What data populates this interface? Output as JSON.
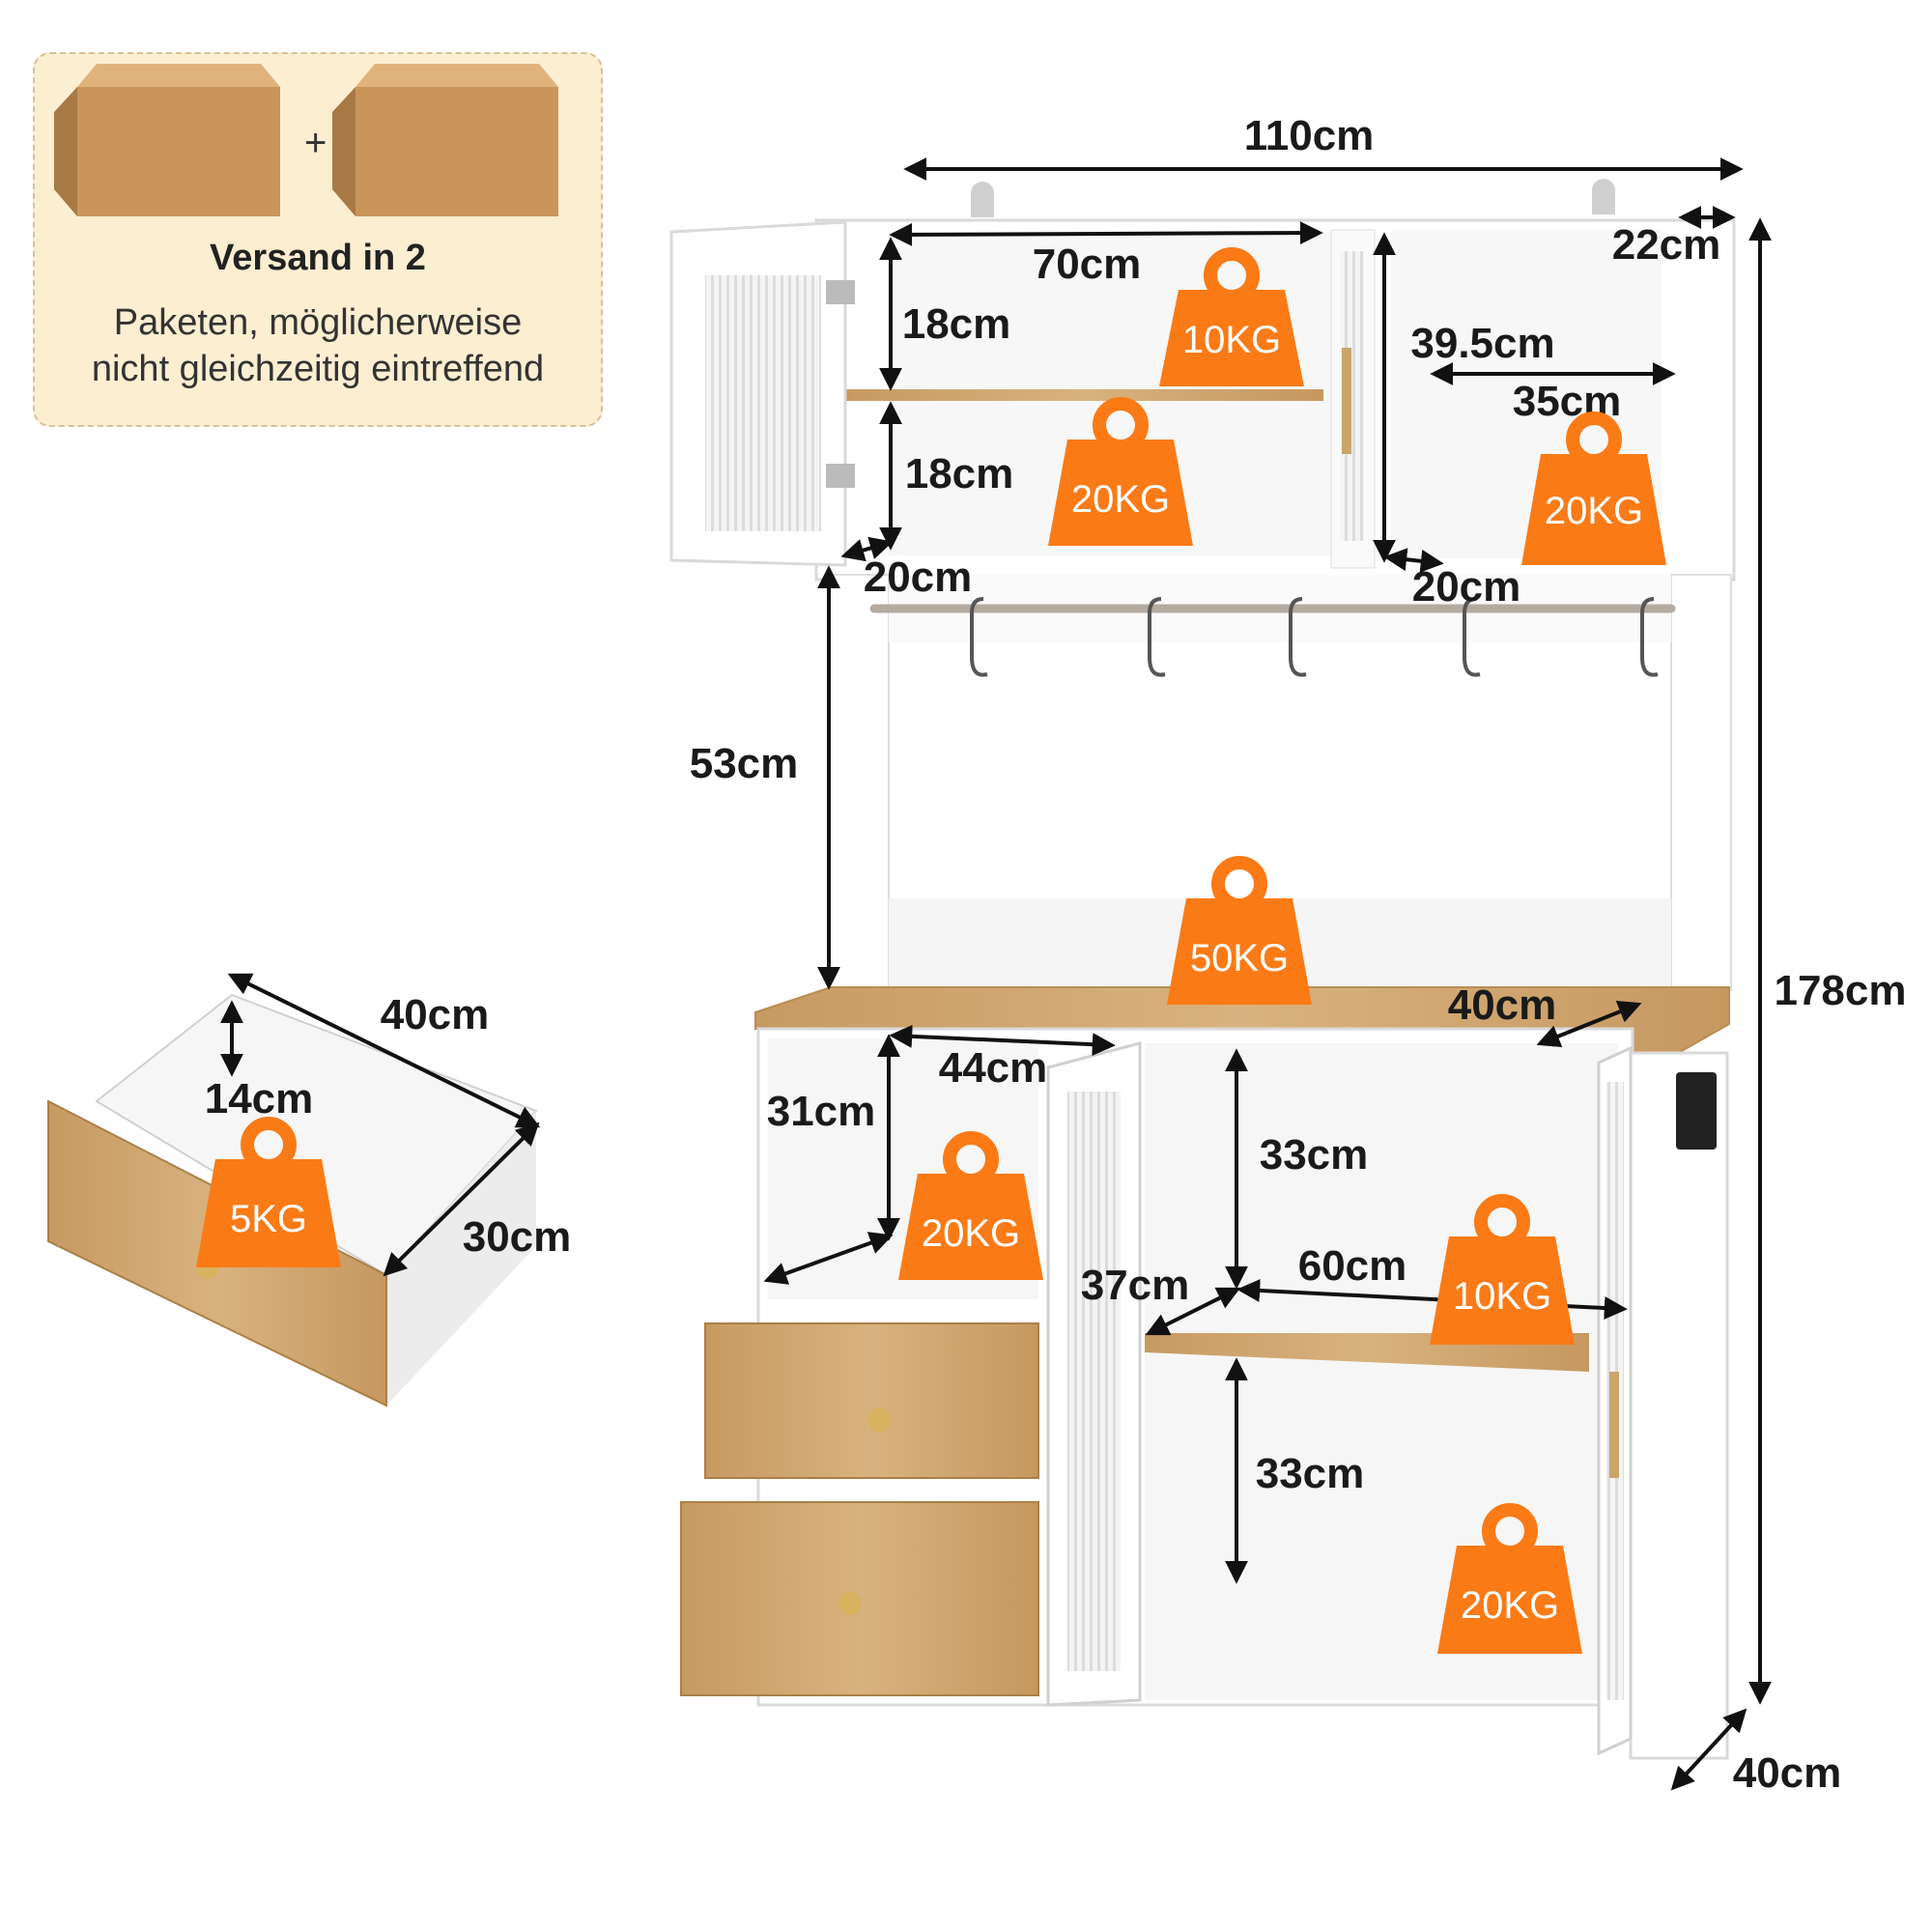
{
  "shipping": {
    "title": "Versand in 2",
    "line1": "Paketen, möglicherweise",
    "line2": "nicht gleichzeitig eintreffend",
    "plus": "+"
  },
  "dimensions": {
    "total_width": "110cm",
    "top_depth": "22cm",
    "total_height": "178cm",
    "base_depth": "40cm",
    "top_left_width": "70cm",
    "top_left_upper_height": "18cm",
    "top_left_lower_height": "18cm",
    "top_left_depth": "20cm",
    "top_right_height": "39.5cm",
    "top_right_width": "35cm",
    "top_right_depth": "20cm",
    "hutch_height": "53cm",
    "counter_depth": "40cm",
    "left_cube_width": "44cm",
    "left_cube_height": "31cm",
    "left_cube_depth": "37cm",
    "right_upper_height": "33cm",
    "right_shelf_width": "60cm",
    "right_lower_height": "33cm",
    "drawer_width": "40cm",
    "drawer_height": "14cm",
    "drawer_depth": "30cm"
  },
  "loads": {
    "top_left_upper": "10KG",
    "top_left_lower": "20KG",
    "top_right": "20KG",
    "counter": "50KG",
    "left_cube": "20KG",
    "right_shelf": "10KG",
    "right_bottom": "20KG",
    "drawer": "5KG"
  },
  "colors": {
    "weight_badge": "#fa7a16",
    "wood": "#c9a069",
    "panel": "#ffffff",
    "shipping_bg": "#fbeed1",
    "box": "#c9955a"
  }
}
